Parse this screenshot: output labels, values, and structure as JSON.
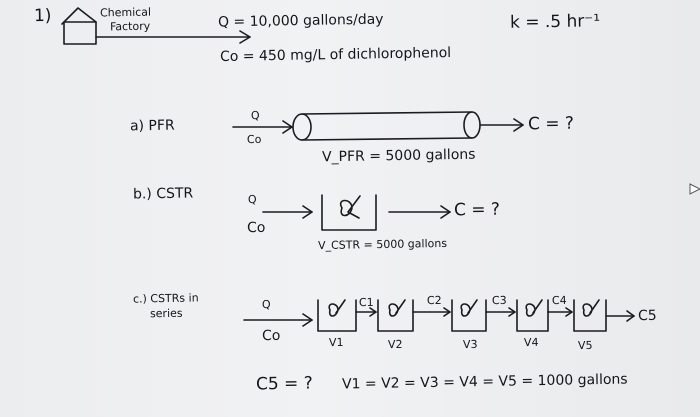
{
  "header": {
    "problem_number": "1)",
    "factory_label_1": "Chemical",
    "factory_label_2": "Factory",
    "flow": "Q = 10,000 gallons/day",
    "conc": "Co = 450 mg/L of dichlorophenol",
    "rate": "k = .5 hr⁻¹"
  },
  "part_a": {
    "label": "a) PFR",
    "q": "Q",
    "c0": "Co",
    "out": "C = ?",
    "volume": "V_PFR = 5000 gallons"
  },
  "part_b": {
    "label": "b.) CSTR",
    "q": "Q",
    "c0": "Co",
    "out": "C = ?",
    "volume": "V_CSTR = 5000 gallons"
  },
  "part_c": {
    "label_1": "c.) CSTRs in",
    "label_2": "series",
    "q": "Q",
    "c0": "Co",
    "c_labels": [
      "C1",
      "C2",
      "C3",
      "C4"
    ],
    "v_labels": [
      "V1",
      "V2",
      "V3",
      "V4",
      "V5"
    ],
    "out": "C5",
    "question": "C5 = ?",
    "volumes": "V1 = V2 = V3 = V4 = V5 = 1000 gallons"
  }
}
